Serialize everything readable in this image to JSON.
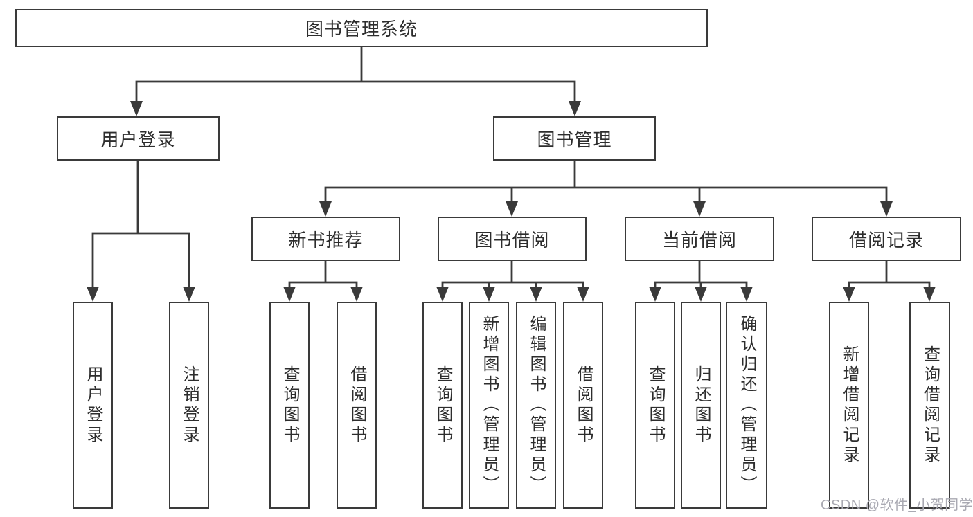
{
  "colors": {
    "line": "#3a3a3a",
    "text": "#2d2d2d",
    "background": "#ffffff",
    "watermark": "#a9a9b2"
  },
  "nodes": {
    "root": {
      "label": "图书管理系统"
    },
    "level2": [
      {
        "label": "用户登录"
      },
      {
        "label": "图书管理"
      }
    ],
    "level3": [
      {
        "label": "新书推荐"
      },
      {
        "label": "图书借阅"
      },
      {
        "label": "当前借阅"
      },
      {
        "label": "借阅记录"
      }
    ],
    "leaves": {
      "user_login": [
        {
          "label": "用户登录"
        },
        {
          "label": "注销登录"
        }
      ],
      "new_book_recommendation": [
        {
          "label": "查询图书"
        },
        {
          "label": "借阅图书"
        }
      ],
      "book_borrowing": [
        {
          "label": "查询图书"
        },
        {
          "label": "新增图书（管理员）"
        },
        {
          "label": "编辑图书（管理员）"
        },
        {
          "label": "借阅图书"
        }
      ],
      "current_borrowing": [
        {
          "label": "查询图书"
        },
        {
          "label": "归还图书"
        },
        {
          "label": "确认归还（管理员）"
        }
      ],
      "borrowing_records": [
        {
          "label": "新增借阅记录"
        },
        {
          "label": "查询借阅记录"
        }
      ]
    }
  },
  "watermark": {
    "text": "CSDN @软件_小贺同学"
  }
}
